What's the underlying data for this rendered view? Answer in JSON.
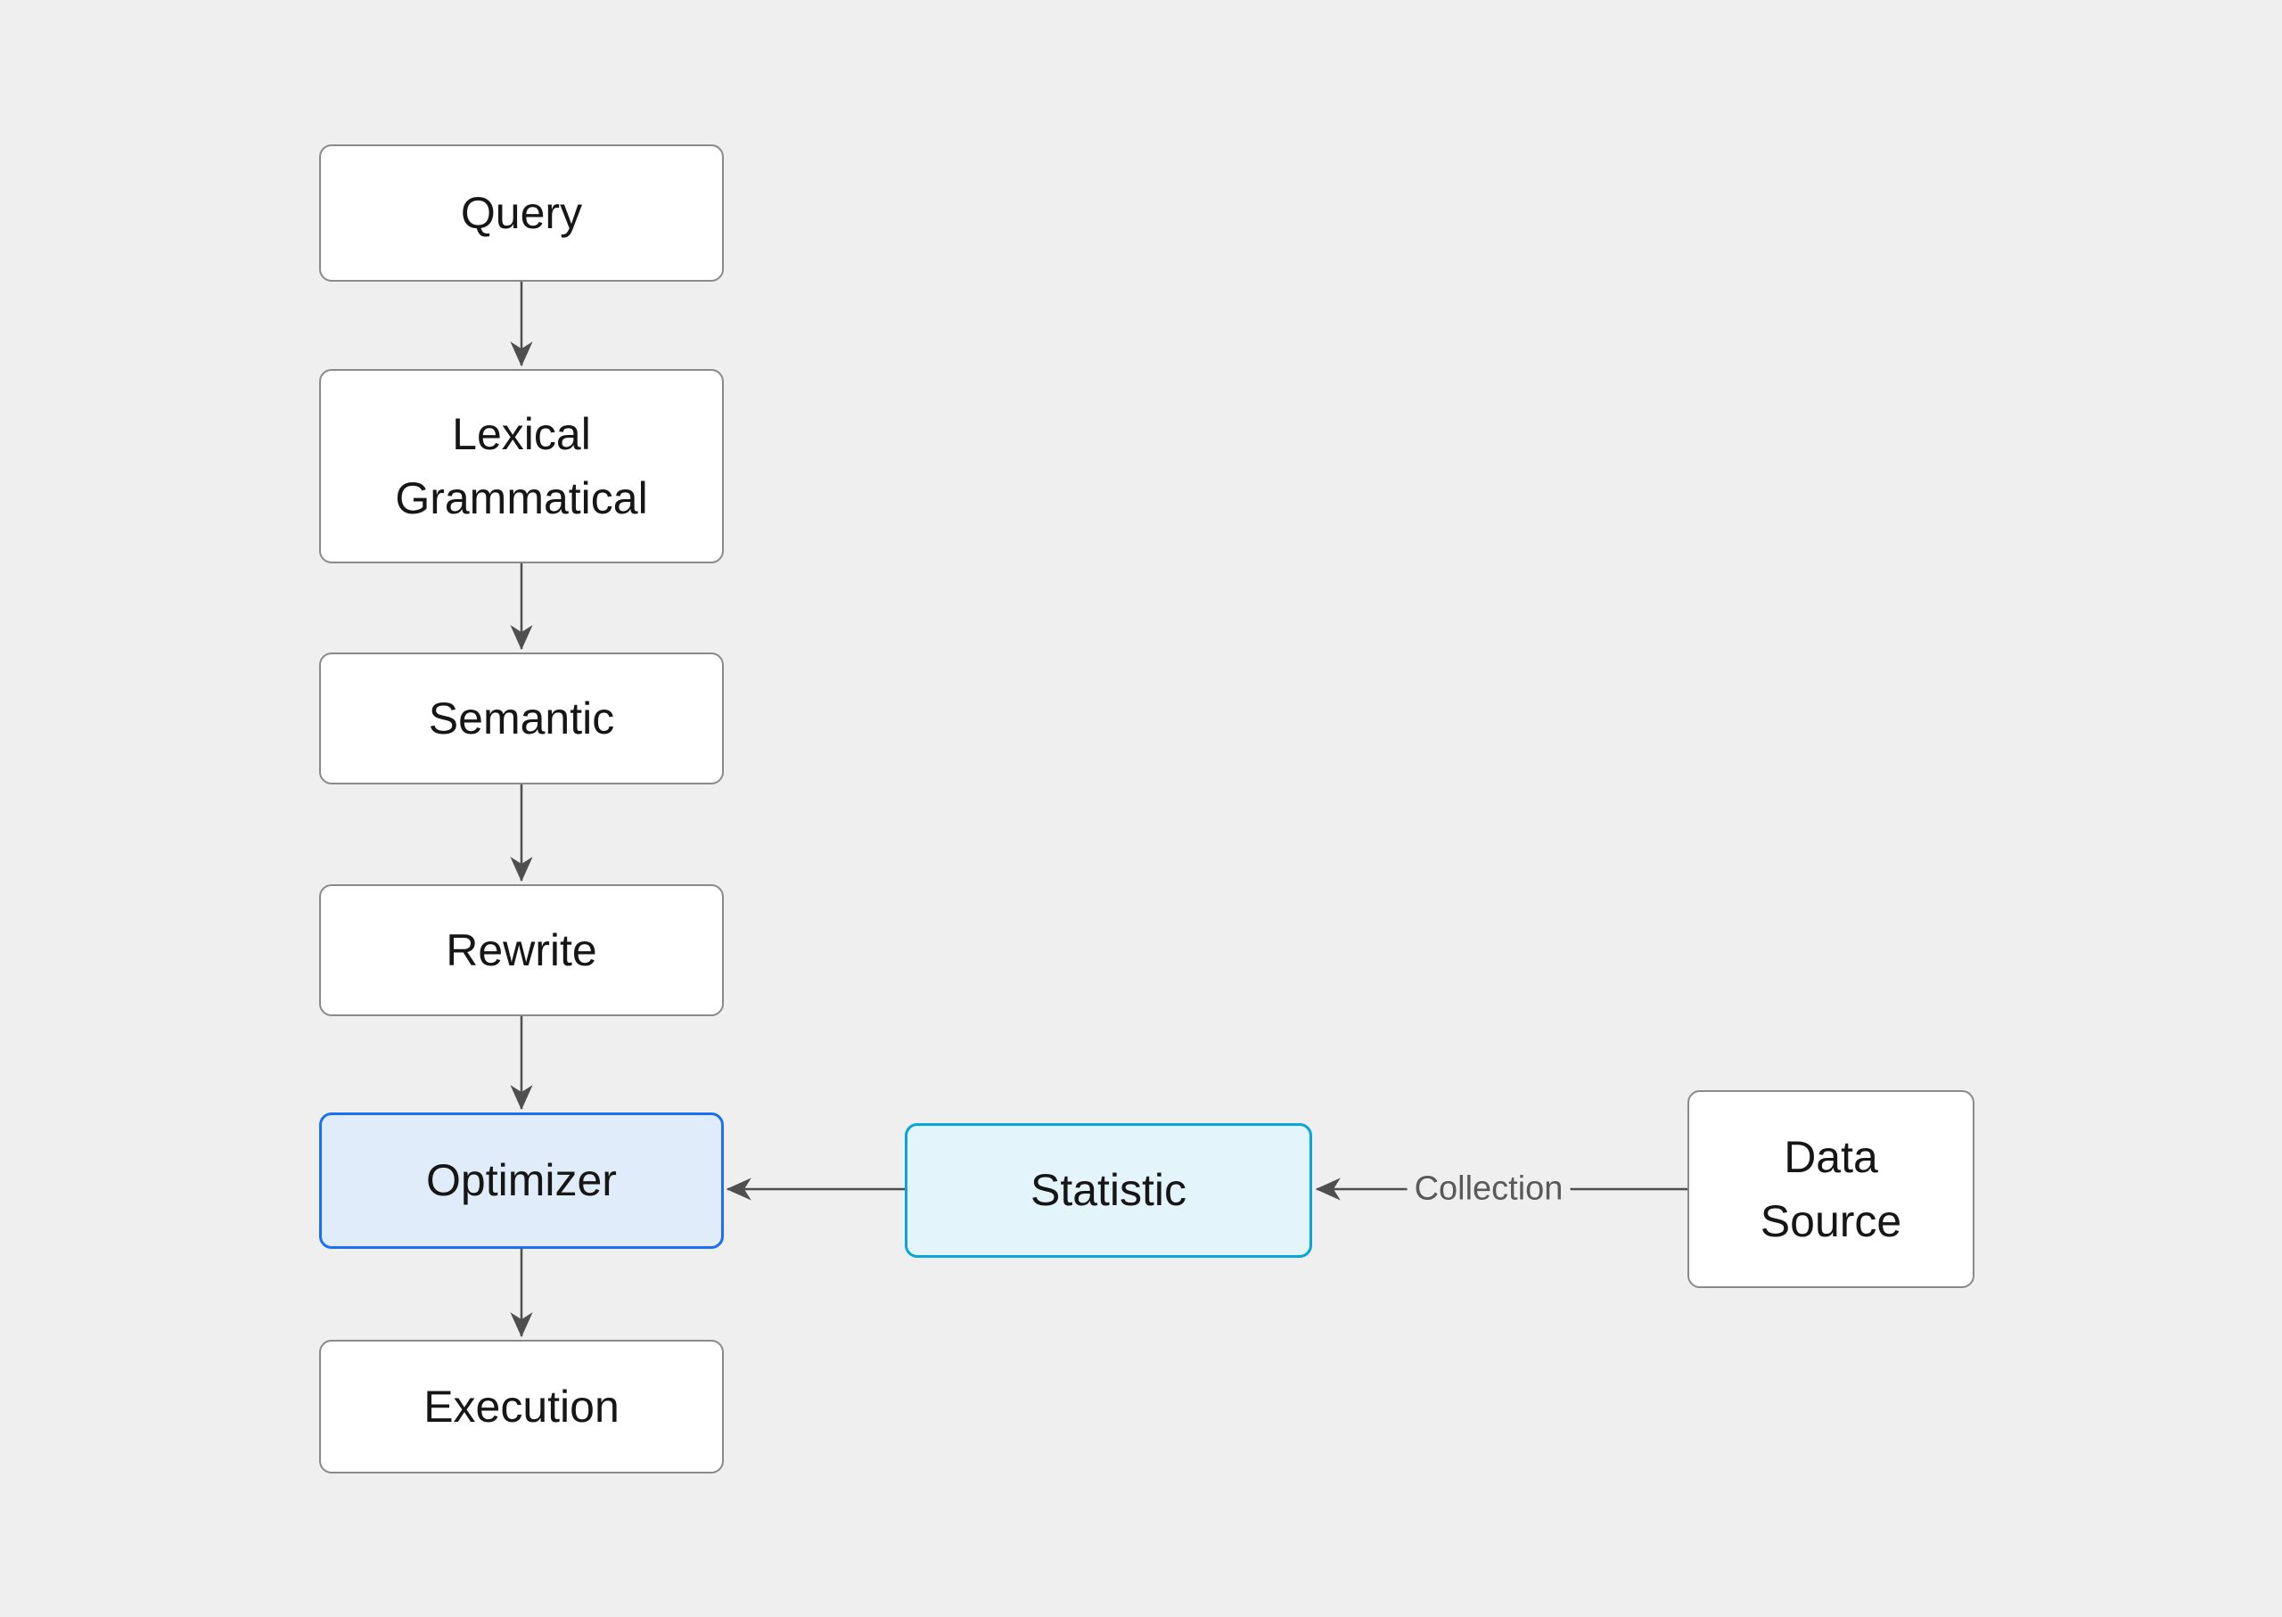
{
  "diagram": {
    "type": "flowchart",
    "background": "#efefef",
    "nodes": {
      "query": {
        "label": "Query"
      },
      "lexical": {
        "label": "Lexical Grammatical"
      },
      "semantic": {
        "label": "Semantic"
      },
      "rewrite": {
        "label": "Rewrite"
      },
      "optimizer": {
        "label": "Optimizer",
        "fill": "#e1ecfb",
        "border": "#1a6ff5"
      },
      "execution": {
        "label": "Execution"
      },
      "statistic": {
        "label": "Statistic",
        "fill": "#e4f4fb",
        "border": "#06a6d9"
      },
      "data_source": {
        "label": "Data Source"
      }
    },
    "edges": [
      {
        "from": "query",
        "to": "lexical"
      },
      {
        "from": "lexical",
        "to": "semantic"
      },
      {
        "from": "semantic",
        "to": "rewrite"
      },
      {
        "from": "rewrite",
        "to": "optimizer"
      },
      {
        "from": "optimizer",
        "to": "execution"
      },
      {
        "from": "statistic",
        "to": "optimizer"
      },
      {
        "from": "data_source",
        "to": "statistic",
        "label": "Collection"
      }
    ],
    "colors": {
      "node_fill": "#ffffff",
      "node_border": "#8a8a8a",
      "node_text": "#161616",
      "arrow": "#4f4f4f",
      "edge_label_text": "#595959"
    }
  }
}
